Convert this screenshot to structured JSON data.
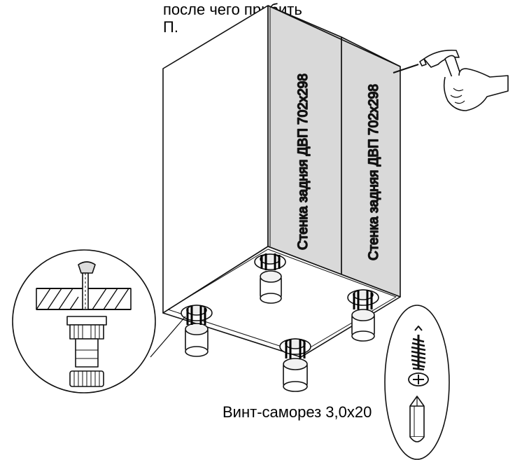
{
  "instruction": {
    "line1": "после чего прибить",
    "line2": "П."
  },
  "panels": [
    {
      "label": "Стенка задняя ДВП 702x298"
    },
    {
      "label": "Стенка задняя ДВП 702x298"
    }
  ],
  "screw": {
    "label": "Винт-саморез 3,0x20"
  },
  "icons": {
    "hammer": "hammer-icon",
    "screwdriver_bit": "phillips-bit-icon",
    "screw": "screw-icon"
  },
  "colors": {
    "panel_fill": "#d9d9d9",
    "line": "#111111"
  }
}
